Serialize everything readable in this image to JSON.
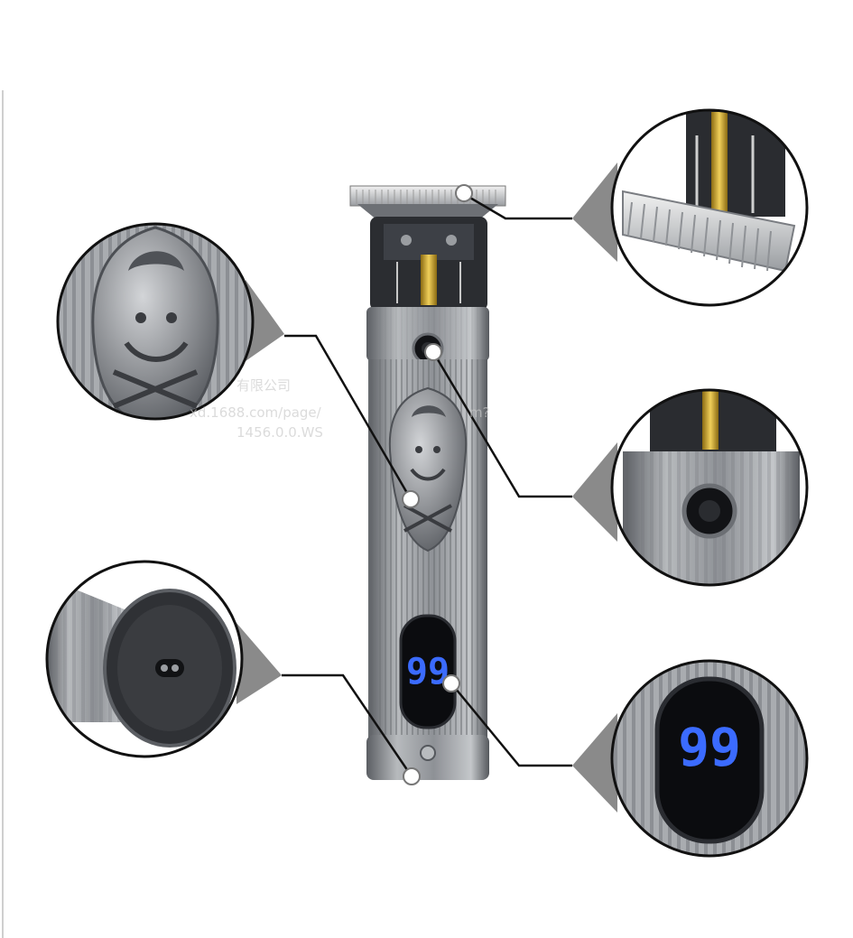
{
  "product": {
    "display_reading": "99",
    "zoom_display_reading": "99"
  },
  "watermark": {
    "line1": "有限公司",
    "line2": "xd.1688.com/page/",
    "line3": "1456.0.0.WS",
    "line2_tail": "m?"
  },
  "colors": {
    "background": "#ffffff",
    "body_silver": "#8c8f93",
    "body_dark": "#4a4d52",
    "led_blue": "#3b6bff",
    "callout_line": "#111111",
    "wedge_gray": "#8a8a8a",
    "circle_border": "#111111",
    "blade_gold": "#c9a227"
  },
  "icons": {
    "barber_emblem": "barber-face-emblem-icon",
    "charging_port": "charging-port-icon",
    "power_button": "power-button-icon"
  }
}
